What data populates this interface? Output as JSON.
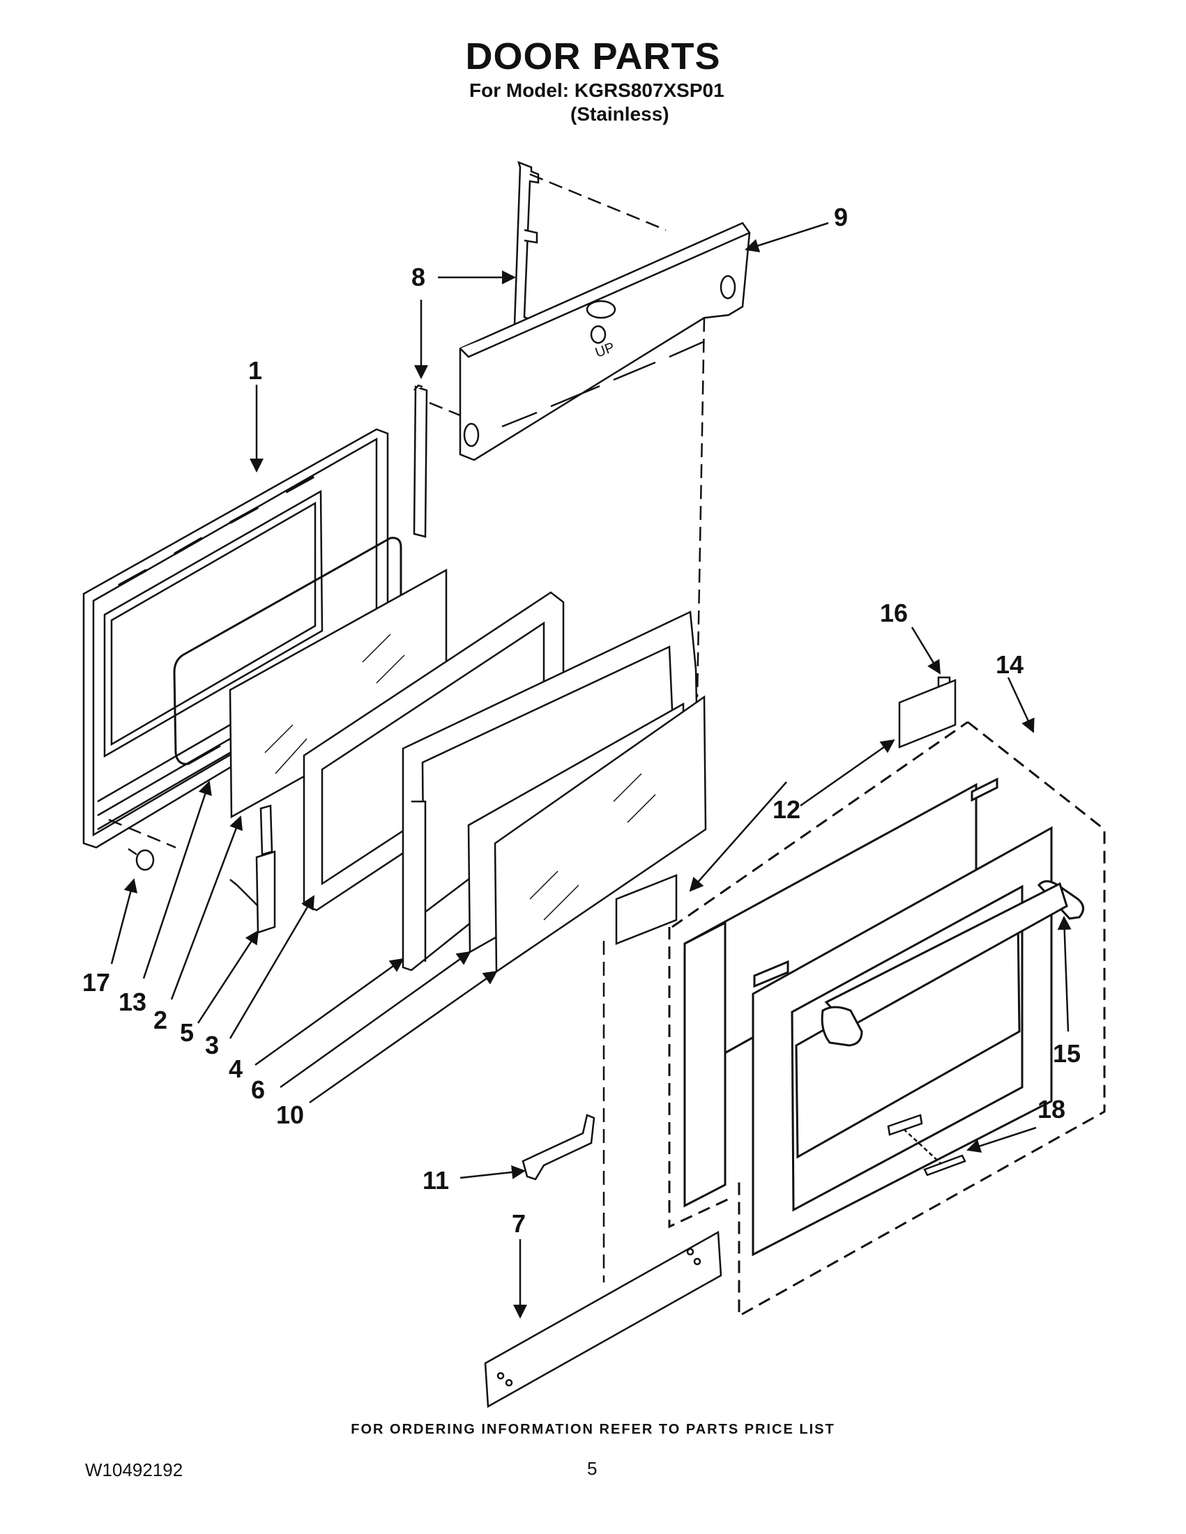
{
  "header": {
    "title": "DOOR PARTS",
    "model_line": "For Model: KGRS807XSP01",
    "finish": "(Stainless)"
  },
  "diagram": {
    "callouts": [
      {
        "id": "c1",
        "label": "1"
      },
      {
        "id": "c2",
        "label": "2"
      },
      {
        "id": "c3",
        "label": "3"
      },
      {
        "id": "c4",
        "label": "4"
      },
      {
        "id": "c5",
        "label": "5"
      },
      {
        "id": "c6",
        "label": "6"
      },
      {
        "id": "c7",
        "label": "7"
      },
      {
        "id": "c8",
        "label": "8"
      },
      {
        "id": "c9",
        "label": "9"
      },
      {
        "id": "c10",
        "label": "10"
      },
      {
        "id": "c11",
        "label": "11"
      },
      {
        "id": "c12",
        "label": "12"
      },
      {
        "id": "c13",
        "label": "13"
      },
      {
        "id": "c14",
        "label": "14"
      },
      {
        "id": "c15",
        "label": "15"
      },
      {
        "id": "c16",
        "label": "16"
      },
      {
        "id": "c17",
        "label": "17"
      },
      {
        "id": "c18",
        "label": "18"
      }
    ],
    "up_marking": "UP"
  },
  "footer": {
    "ordering_note": "FOR ORDERING INFORMATION REFER TO PARTS PRICE LIST",
    "doc_number": "W10492192",
    "page_number": "5"
  }
}
